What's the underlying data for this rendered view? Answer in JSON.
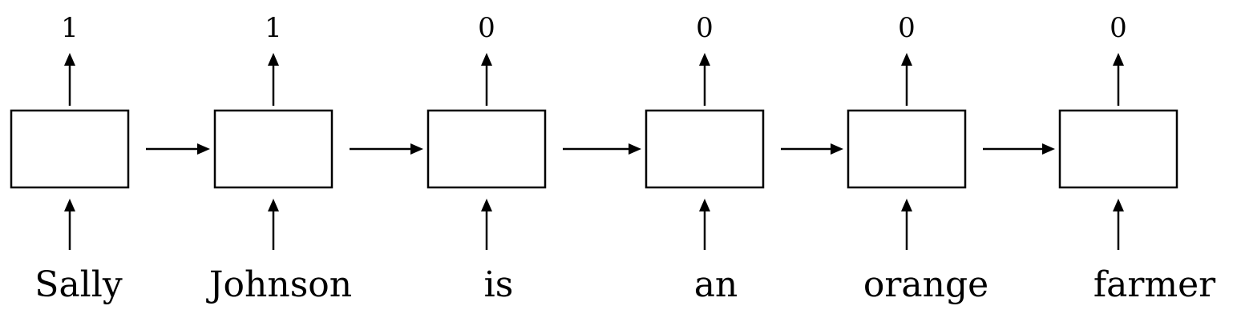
{
  "timesteps": [
    {
      "output": "1",
      "word": "Sally"
    },
    {
      "output": "1",
      "word": "Johnson"
    },
    {
      "output": "0",
      "word": "is"
    },
    {
      "output": "0",
      "word": "an"
    },
    {
      "output": "0",
      "word": "orange"
    },
    {
      "output": "0",
      "word": "farmer"
    }
  ]
}
